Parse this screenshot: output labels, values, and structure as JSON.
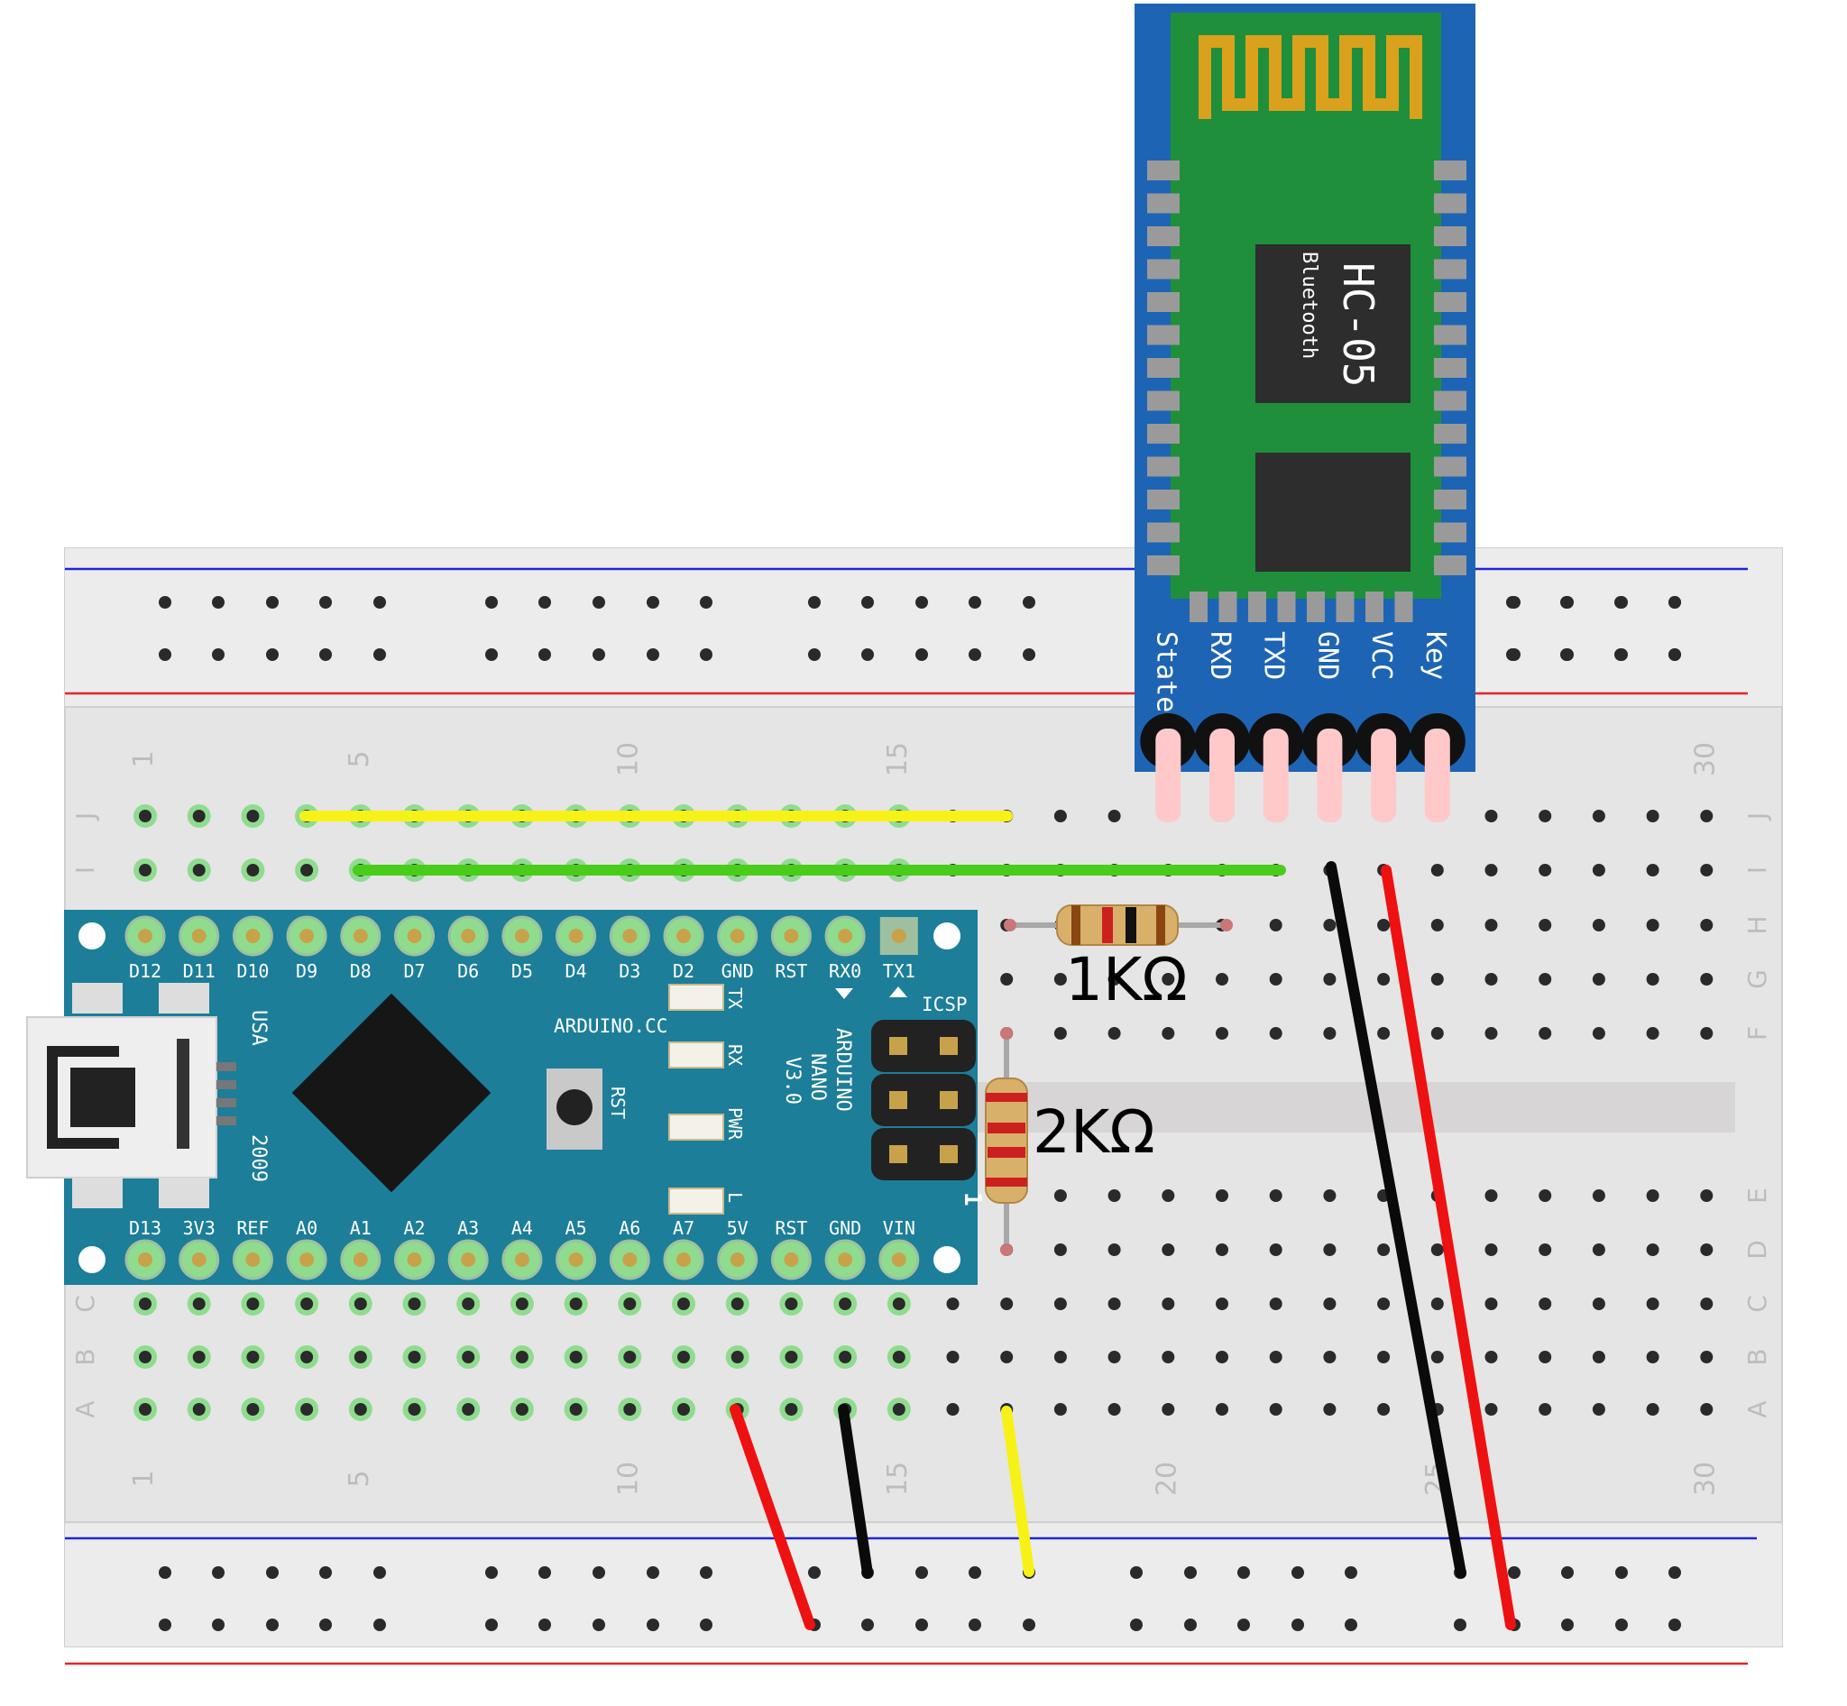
{
  "breadboard": {
    "column_numbers": [
      "1",
      "5",
      "10",
      "15",
      "20",
      "25",
      "30"
    ],
    "rows_top": [
      "J",
      "I",
      "H",
      "G",
      "F"
    ],
    "rows_bottom": [
      "E",
      "D",
      "C",
      "B",
      "A"
    ],
    "colors": {
      "board": "#e4e4e4",
      "rail_blue": "#1f25d6",
      "rail_red": "#e3262b",
      "hole": "#2a2a2a",
      "active_hole": "#8fdc8f"
    }
  },
  "hc05": {
    "title": "HC-05",
    "subtitle": "Bluetooth",
    "pins": [
      "State",
      "RXD",
      "TXD",
      "GND",
      "VCC",
      "Key"
    ],
    "colors": {
      "frame": "#1e64b4",
      "pcb": "#1f8f3c",
      "antenna": "#d9a11c",
      "chip": "#2d2d2d"
    }
  },
  "arduino": {
    "top_pins": [
      "D12",
      "D11",
      "D10",
      "D9",
      "D8",
      "D7",
      "D6",
      "D5",
      "D4",
      "D3",
      "D2",
      "GND",
      "RST",
      "RX0",
      "TX1"
    ],
    "bottom_pins": [
      "D13",
      "3V3",
      "REF",
      "A0",
      "A1",
      "A2",
      "A3",
      "A4",
      "A5",
      "A6",
      "A7",
      "5V",
      "RST",
      "GND",
      "VIN"
    ],
    "site": "ARDUINO.CC",
    "model_lines": [
      "ARDUINO",
      "NANO",
      "V3.0"
    ],
    "usb_label": "USA",
    "year": "2009",
    "icsp": "ICSP",
    "rst": "RST",
    "leds": [
      "TX",
      "RX",
      "PWR",
      "L"
    ],
    "header_mark": "1",
    "colors": {
      "board": "#1c7e99",
      "chip": "#161616"
    }
  },
  "resistors": [
    {
      "label": "1KΩ"
    },
    {
      "label": "2KΩ"
    }
  ],
  "wires": {
    "colors": {
      "yellow": "#f7f215",
      "green": "#49cc1a",
      "red": "#ee1111",
      "black": "#0a0a0a"
    }
  }
}
